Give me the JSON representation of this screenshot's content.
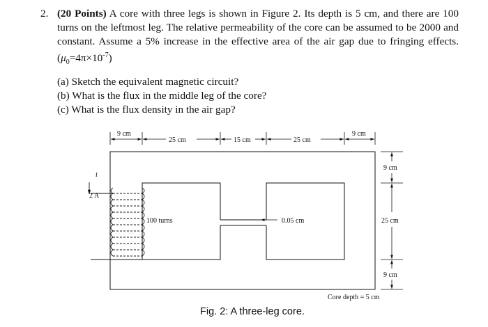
{
  "problem": {
    "number": "2.",
    "points": "(20 Points)",
    "text": " A core with three legs is shown in Figure 2. Its depth is 5 cm, and there are 100 turns on the leftmost leg. The relative permeability of the core can be assumed to be 2000 and constant. Assume a 5% increase in the effective area of the air gap due to fringing effects.(",
    "mu_symbol": "μ",
    "mu_sub": "0",
    "mu_value": "=4π×10",
    "mu_exp": "-7",
    "mu_close": ")"
  },
  "questions": [
    "(a) Sketch the equivalent magnetic circuit?",
    "(b) What is the flux in the middle leg of the core?",
    "(c) What is the flux density in the air gap?"
  ],
  "figure": {
    "top_dims": [
      "9 cm",
      "25 cm",
      "15 cm",
      "25 cm",
      "9 cm"
    ],
    "right_dims": [
      "9 cm",
      "25 cm",
      "9 cm"
    ],
    "current_symbol": "i",
    "current_value": "2 A",
    "turns_label": "100 turns",
    "gap_label": "0.05 cm",
    "depth_label": "Core depth = 5 cm",
    "caption": "Fig. 2: A three-leg core."
  }
}
